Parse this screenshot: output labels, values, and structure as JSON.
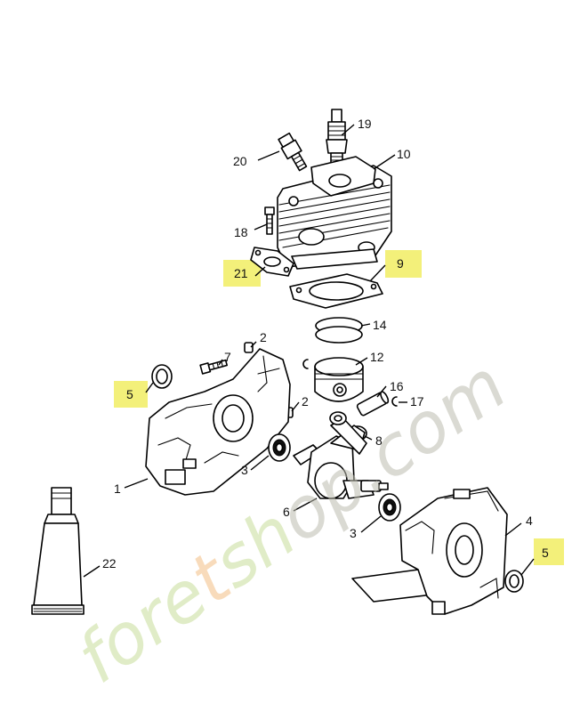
{
  "watermark": {
    "brand_a": "fore",
    "brand_b": "t",
    "brand_c": "sh",
    "domain": "op.com",
    "colors": {
      "green": "#c8dd9a",
      "orange": "#f3bf84",
      "grey": "#bdbdb0"
    }
  },
  "highlight_color": "#f3f07a",
  "callouts": {
    "c1": "1",
    "c2a": "2",
    "c2b": "2",
    "c3a": "3",
    "c3b": "3",
    "c4": "4",
    "c5a": "5",
    "c5b": "5",
    "c6": "6",
    "c7": "7",
    "c8": "8",
    "c9": "9",
    "c10": "10",
    "c12": "12",
    "c14": "14",
    "c16": "16",
    "c17": "17",
    "c18": "18",
    "c19": "19",
    "c20": "20",
    "c21": "21",
    "c22": "22"
  }
}
